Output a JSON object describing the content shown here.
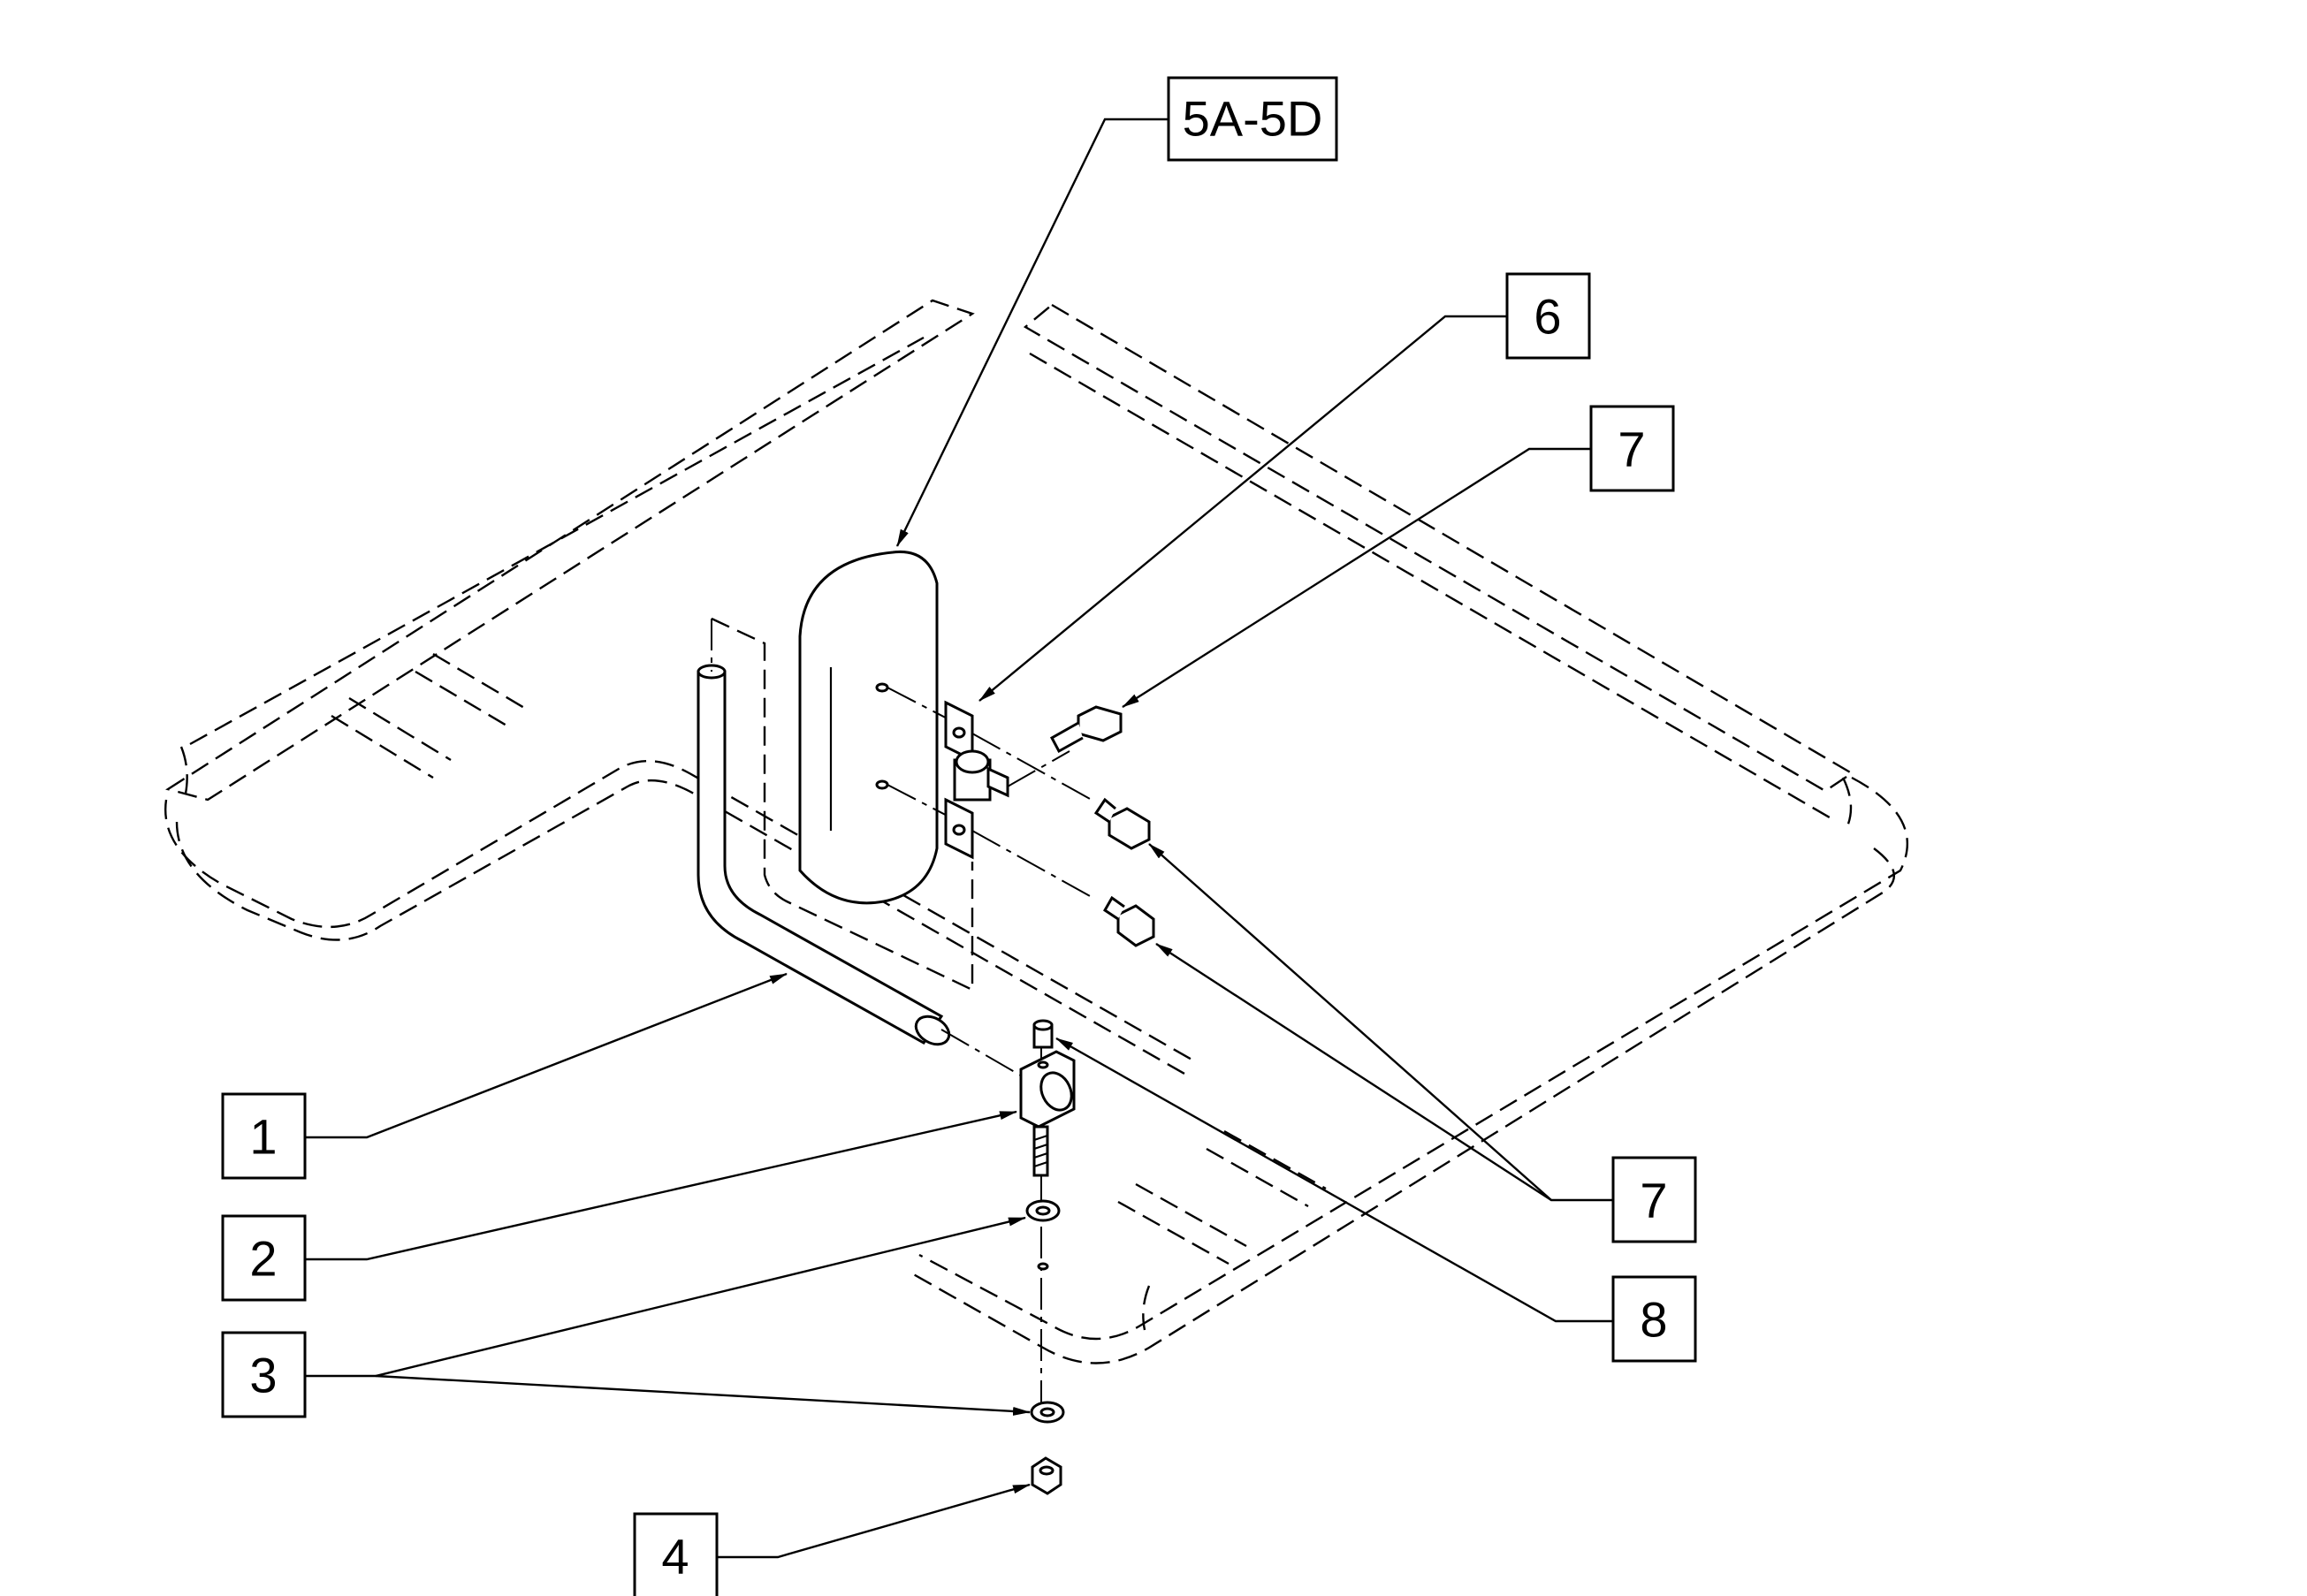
{
  "diagram": {
    "callouts": [
      {
        "id": "1",
        "label": "1"
      },
      {
        "id": "2",
        "label": "2"
      },
      {
        "id": "3",
        "label": "3"
      },
      {
        "id": "4",
        "label": "4"
      },
      {
        "id": "5",
        "label": "5A-5D"
      },
      {
        "id": "6",
        "label": "6"
      },
      {
        "id": "7a",
        "label": "7"
      },
      {
        "id": "7b",
        "label": "7"
      },
      {
        "id": "8",
        "label": "8"
      }
    ],
    "line_color": "#000000",
    "background": "#ffffff"
  }
}
